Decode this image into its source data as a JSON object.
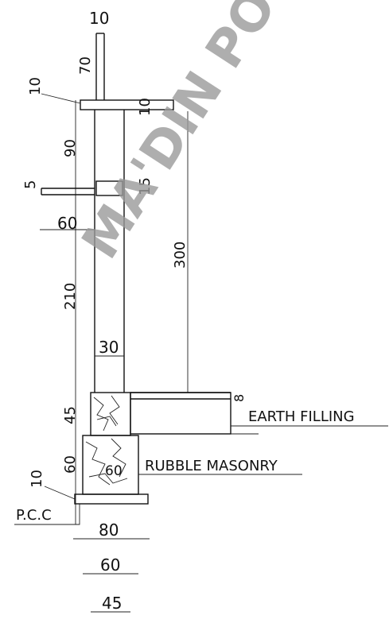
{
  "watermark": "MA'DIN PO",
  "labels": {
    "earth_filling": "EARTH FILLING",
    "rubble_masonry": "RUBBLE MASONRY",
    "pcc": "P.C.C"
  },
  "dimensions": {
    "top_bar_width": "10",
    "upper_post_height": "70",
    "slab_offset": "10",
    "slab_thickness": "10",
    "post_height_above_rail": "90",
    "rail_thickness": "5",
    "rail_length": "15",
    "rail_depth": "60",
    "lower_wall_height": "210",
    "total_height": "300",
    "wall_width": "30",
    "masonry_upper_height": "45",
    "filling_depth": "8",
    "masonry_lower_height": "60",
    "masonry_inner_width": "60",
    "pcc_thickness": "10",
    "base_width_pcc": "80",
    "base_width_lower": "60",
    "base_width_upper": "45"
  },
  "colors": {
    "line": "#111111",
    "watermark": "#9a9a9a",
    "fill_dots": "#555555"
  }
}
